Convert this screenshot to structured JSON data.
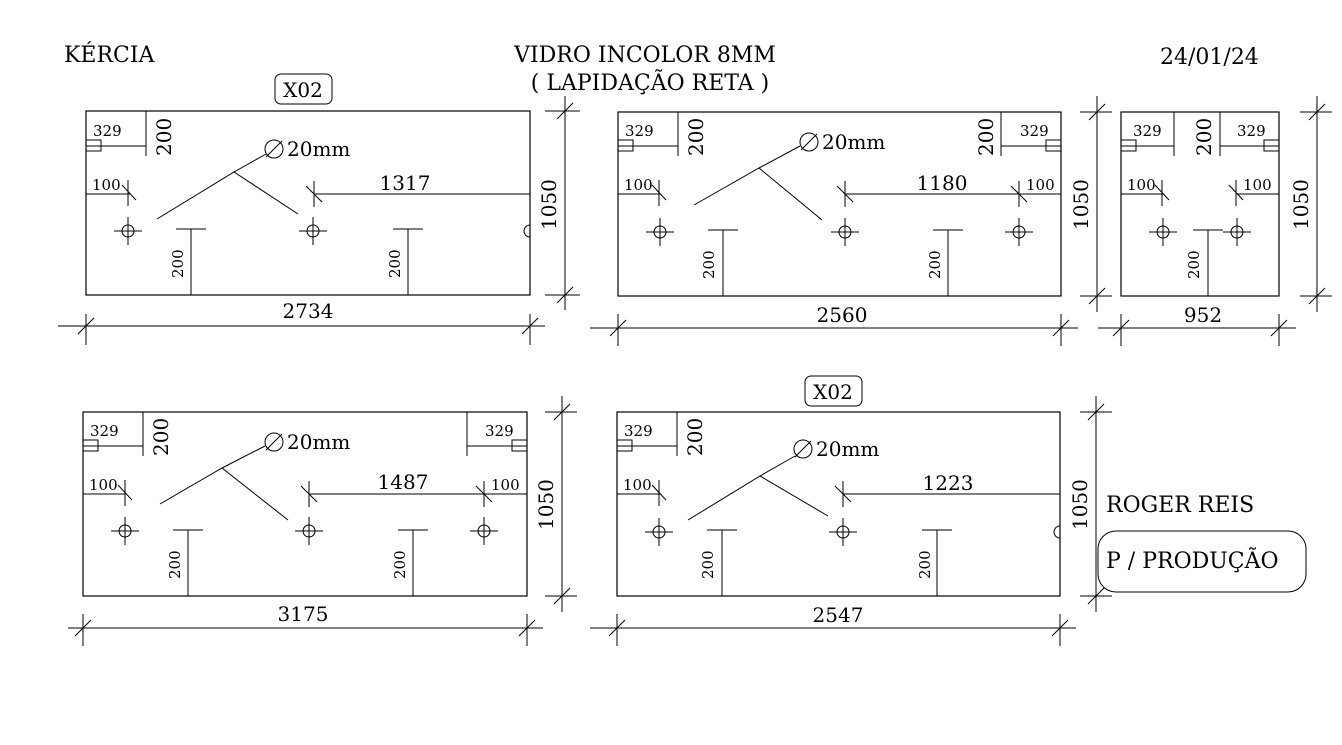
{
  "header": {
    "client": "KÉRCIA",
    "material": "VIDRO INCOLOR 8MM",
    "finish": "(  LAPIDAÇÃO RETA  )",
    "date": "24/01/24"
  },
  "footer": {
    "responsible": "ROGER REIS",
    "purpose": "P / PRODUÇÃO"
  },
  "panels": [
    {
      "id": "p1",
      "badge": "X02",
      "width": "2734",
      "height": "1050",
      "hole": "20mm",
      "corner_l": "329",
      "tab_l": "200",
      "edge_l": "100",
      "span": "1317",
      "drop1": "200",
      "drop2": "200"
    },
    {
      "id": "p2",
      "width": "2560",
      "height": "1050",
      "hole": "20mm",
      "corner_l": "329",
      "tab_l": "200",
      "corner_r": "329",
      "tab_r": "200",
      "edge_l": "100",
      "edge_r": "100",
      "span": "1180",
      "drop1": "200",
      "drop2": "200"
    },
    {
      "id": "p3",
      "width": "952",
      "height": "1050",
      "corner_l": "329",
      "tab_l": "200",
      "corner_r": "329",
      "tab_r": "200",
      "edge_l": "100",
      "edge_r": "100",
      "drop1": "200"
    },
    {
      "id": "p4",
      "width": "3175",
      "height": "1050",
      "hole": "20mm",
      "corner_l": "329",
      "tab_l": "200",
      "corner_r": "329",
      "edge_l": "100",
      "edge_r": "100",
      "span": "1487",
      "drop1": "200",
      "drop2": "200"
    },
    {
      "id": "p5",
      "badge": "X02",
      "width": "2547",
      "height": "1050",
      "hole": "20mm",
      "corner_l": "329",
      "tab_l": "200",
      "edge_l": "100",
      "span": "1223",
      "drop1": "200",
      "drop2": "200"
    }
  ]
}
